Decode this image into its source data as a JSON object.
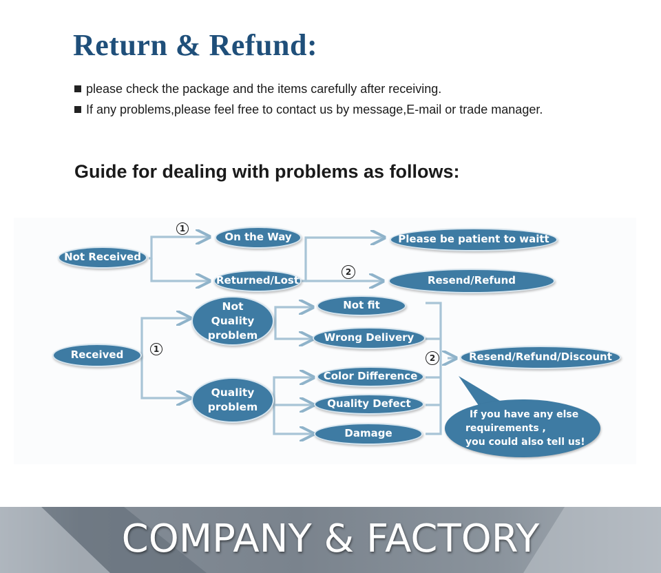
{
  "title": "Return & Refund:",
  "bullets": [
    "please check the package and the items carefully after receiving.",
    "If any problems,please feel free to contact us by message,E-mail or trade manager."
  ],
  "guide_heading": "Guide for dealing with problems as follows:",
  "diagram": {
    "not_received": "Not Received",
    "on_the_way": "On the Way",
    "returned_lost": "Returned/Lost",
    "please_be_patient": "Please be patient to waitt",
    "resend_refund": "Resend/Refund",
    "received": "Received",
    "not_quality_problem": [
      "Not",
      "Quality",
      "problem"
    ],
    "quality_problem": [
      "Quality",
      "problem"
    ],
    "not_fit": "Not fit",
    "wrong_delivery": "Wrong Delivery",
    "color_difference": "Color Difference",
    "quality_defect": "Quality Defect",
    "damage": "Damage",
    "resend_refund_discount": "Resend/Refund/Discount",
    "bubble_lines": [
      "If you have any else",
      "requirements ,",
      "you could also tell us!"
    ],
    "step_one": "1",
    "step_two": "2"
  },
  "banner": "COMPANY & FACTORY",
  "colors": {
    "title": "#1f4f7a",
    "node": "#3e7ba3",
    "arrow": "#a8c4d6",
    "banner": "#7a838d"
  }
}
